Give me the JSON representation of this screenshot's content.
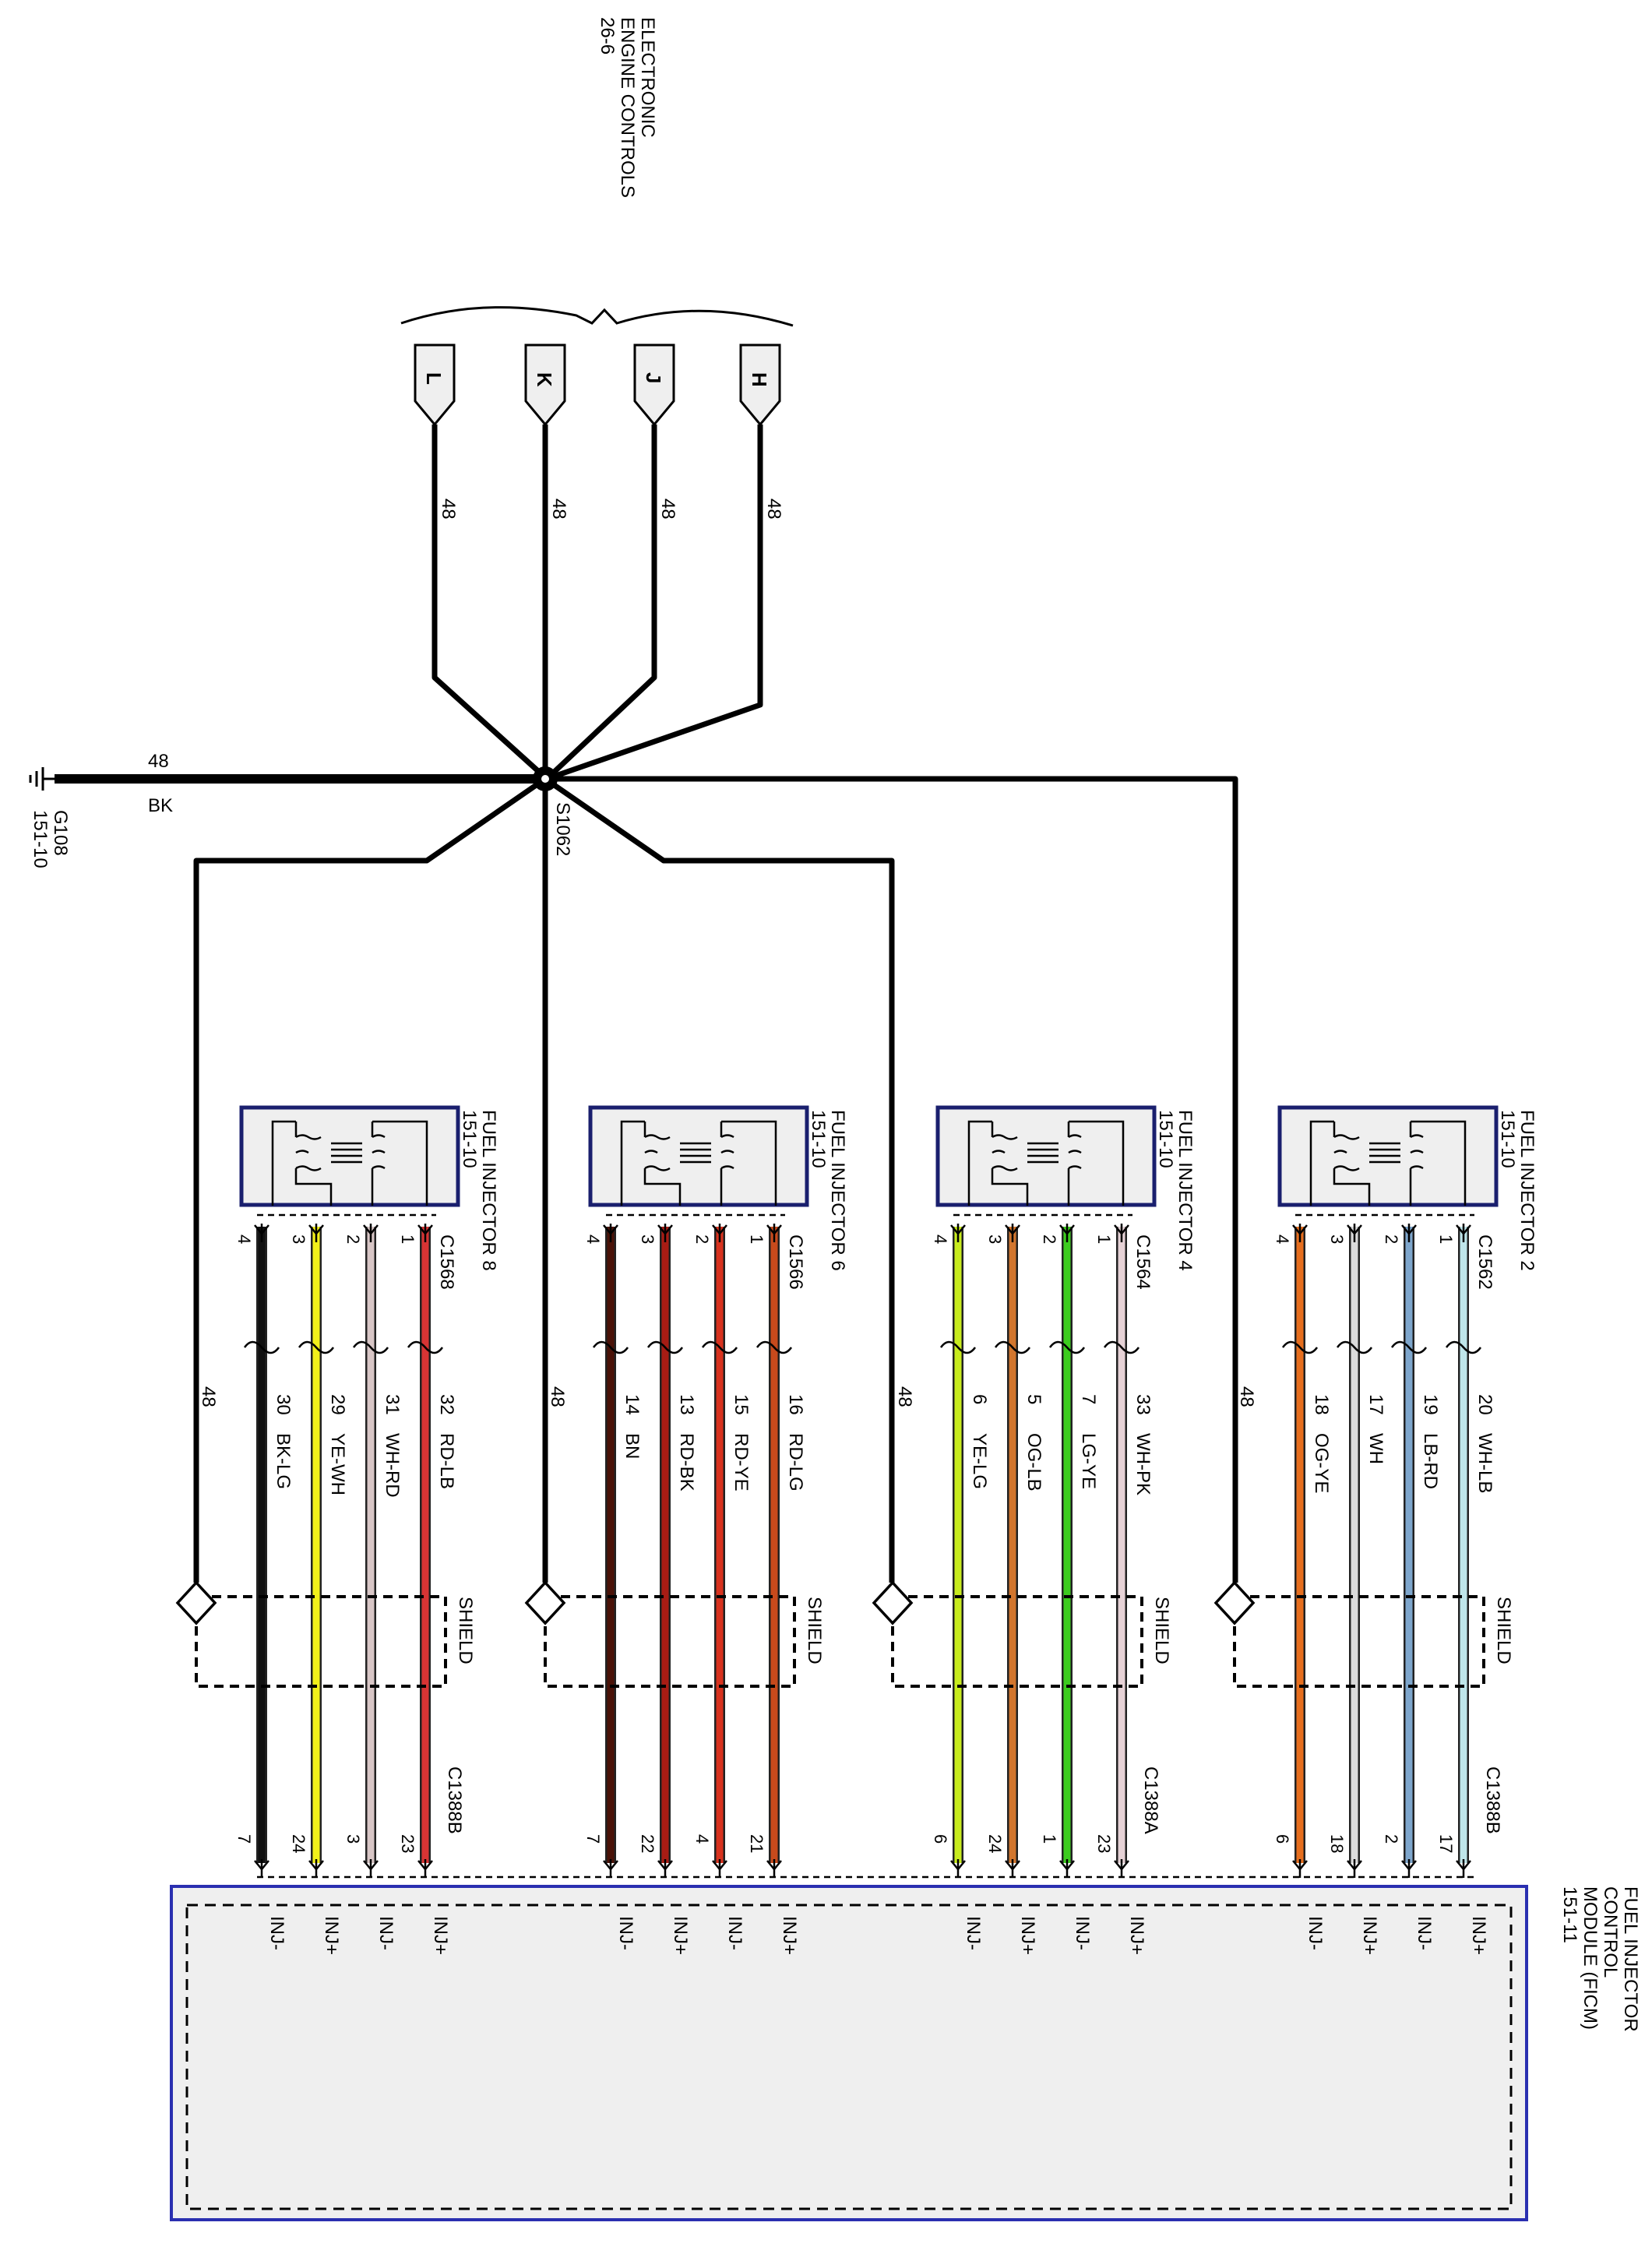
{
  "header": {
    "eec_lines": [
      "ELECTRONIC",
      "ENGINE CONTROLS",
      "26-6"
    ],
    "eec_pins": [
      "L",
      "K",
      "J",
      "H"
    ],
    "eec_wire_circuit": "48"
  },
  "ground": {
    "id": "G108",
    "ref": "151-10",
    "circuit": "48",
    "color": "BK"
  },
  "splice": {
    "id": "S1062"
  },
  "fuel_injectors": [
    {
      "title": "FUEL INJECTOR 8",
      "ref": "151-10",
      "connector": "C1568",
      "pins": [
        "4",
        "3",
        "2",
        "1"
      ]
    },
    {
      "title": "FUEL INJECTOR 6",
      "ref": "151-10",
      "connector": "C1566",
      "pins": [
        "4",
        "3",
        "2",
        "1"
      ]
    },
    {
      "title": "FUEL INJECTOR 4",
      "ref": "151-10",
      "connector": "C1564",
      "pins": [
        "4",
        "3",
        "2",
        "1"
      ]
    },
    {
      "title": "FUEL INJECTOR 2",
      "ref": "151-10",
      "connector": "C1562",
      "pins": [
        "4",
        "3",
        "2",
        "1"
      ]
    }
  ],
  "shield": {
    "label": "SHIELD",
    "drain_circuit": "48"
  },
  "harness_groups": [
    {
      "module_connector": "C1388B",
      "wires": [
        {
          "circuit": "30",
          "color": "BK-LG",
          "pin": "7",
          "module_label": "INJ-",
          "hex": "#111111"
        },
        {
          "circuit": "29",
          "color": "YE-WH",
          "pin": "24",
          "module_label": "INJ+",
          "hex": "#f2f01a"
        },
        {
          "circuit": "31",
          "color": "WH-RD",
          "pin": "3",
          "module_label": "INJ-",
          "hex": "#d8c6c6"
        },
        {
          "circuit": "32",
          "color": "RD-LB",
          "pin": "23",
          "module_label": "INJ+",
          "hex": "#d83434"
        }
      ]
    },
    {
      "module_connector": "",
      "wires": [
        {
          "circuit": "14",
          "color": "BN",
          "pin": "7",
          "module_label": "INJ-",
          "hex": "#4a1208"
        },
        {
          "circuit": "13",
          "color": "RD-BK",
          "pin": "22",
          "module_label": "INJ+",
          "hex": "#a81c14"
        },
        {
          "circuit": "15",
          "color": "RD-YE",
          "pin": "4",
          "module_label": "INJ-",
          "hex": "#d8321e"
        },
        {
          "circuit": "16",
          "color": "RD-LG",
          "pin": "21",
          "module_label": "INJ+",
          "hex": "#c84a1c"
        }
      ]
    },
    {
      "module_connector": "C1388A",
      "wires": [
        {
          "circuit": "6",
          "color": "YE-LG",
          "pin": "6",
          "module_label": "INJ-",
          "hex": "#c8ec1e"
        },
        {
          "circuit": "5",
          "color": "OG-LB",
          "pin": "24",
          "module_label": "INJ+",
          "hex": "#d2762e"
        },
        {
          "circuit": "7",
          "color": "LG-YE",
          "pin": "1",
          "module_label": "INJ-",
          "hex": "#3ccc1e"
        },
        {
          "circuit": "33",
          "color": "WH-PK",
          "pin": "23",
          "module_label": "INJ+",
          "hex": "#e6d2d6"
        }
      ]
    },
    {
      "module_connector": "C1388B",
      "wires": [
        {
          "circuit": "18",
          "color": "OG-YE",
          "pin": "6",
          "module_label": "INJ-",
          "hex": "#e66e1e"
        },
        {
          "circuit": "17",
          "color": "WH",
          "pin": "18",
          "module_label": "INJ+",
          "hex": "#dcdcdc"
        },
        {
          "circuit": "19",
          "color": "LB-RD",
          "pin": "2",
          "module_label": "INJ-",
          "hex": "#7ea6cc"
        },
        {
          "circuit": "20",
          "color": "WH-LB",
          "pin": "17",
          "module_label": "INJ+",
          "hex": "#bfe6ea"
        }
      ]
    }
  ],
  "module": {
    "lines": [
      "FUEL INJECTOR",
      "CONTROL",
      "MODULE (FICM)",
      "151-11"
    ]
  },
  "colors": {
    "injector_border": "#1a1f6e",
    "module_border": "#2a2fb0",
    "box_fill": "#efefef"
  }
}
